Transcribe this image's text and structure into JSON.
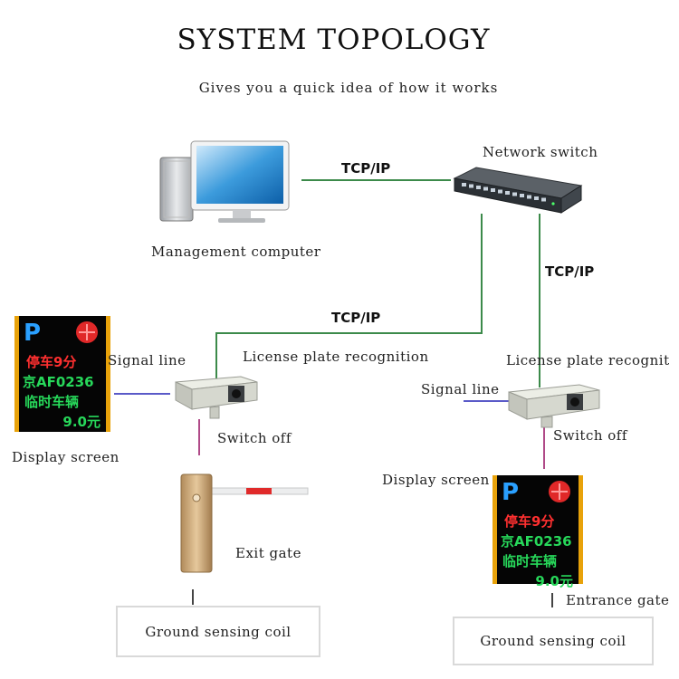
{
  "header": {
    "title": "SYSTEM TOPOLOGY",
    "subtitle": "Gives you a quick idea of how it works"
  },
  "labels": {
    "management_computer": "Management computer",
    "network_switch": "Network switch",
    "tcp_ip_top": "TCP/IP",
    "tcp_ip_right": "TCP/IP",
    "tcp_ip_middle": "TCP/IP",
    "lpr_left": "License plate recognition",
    "lpr_right": "License plate recognit",
    "signal_line_left": "Signal line",
    "signal_line_right": "Signal line",
    "switch_off_left": "Switch off",
    "switch_off_right": "Switch off",
    "display_screen_left": "Display screen",
    "display_screen_right": "Display screen",
    "exit_gate": "Exit gate",
    "entrance_gate": "Entrance gate",
    "coil_left": "Ground sensing coil",
    "coil_right": "Ground sensing coil"
  },
  "display_content": {
    "parking_symbol": "P",
    "line1": "停车9分",
    "line2": "京AF0236",
    "line3": "临时车辆",
    "line4": "9.0元"
  },
  "colors": {
    "tcp_line": "#3c8a4a",
    "signal_line": "#5a5ac8",
    "switch_line": "#b04a88",
    "led_frame": "#e8a20a",
    "led_red": "#ff3030",
    "led_green": "#27d85a",
    "led_blue": "#2aa0ff"
  }
}
